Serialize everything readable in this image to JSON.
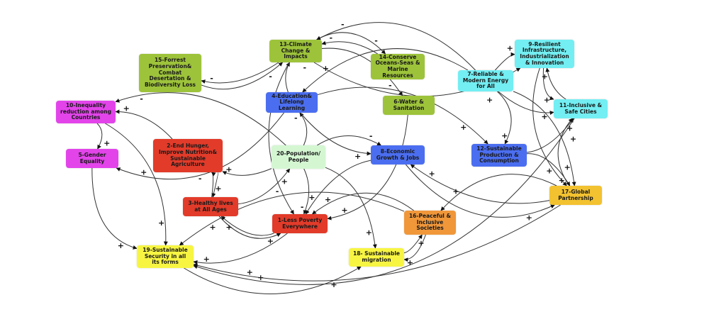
{
  "diagram": {
    "nodes": [
      {
        "id": "13",
        "label": "13-Climate\nChange &\nImpacts",
        "color": "#9dc33b"
      },
      {
        "id": "14",
        "label": "14-Conserve\nOceans-Seas &\nMarine\nResources",
        "color": "#9dc33b"
      },
      {
        "id": "15",
        "label": "15-Forrest\nPreservation&\nCombat\nDesertation &\nBiodiversity Loss",
        "color": "#9dc33b"
      },
      {
        "id": "4",
        "label": "4-Education&\nLifelong\nLearning",
        "color": "#4b6ef0"
      },
      {
        "id": "6",
        "label": "6-Water &\nSanitation",
        "color": "#9dc33b"
      },
      {
        "id": "7",
        "label": "7-Reliable &\nModern Energy\nfor All",
        "color": "#73eef2"
      },
      {
        "id": "9",
        "label": "9-Resilient\nInfrastructure,\nIndustrialization\n& Innovation",
        "color": "#73eef2"
      },
      {
        "id": "11",
        "label": "11-Inclusive &\nSafe Cities",
        "color": "#73eef2"
      },
      {
        "id": "10",
        "label": "10-Inequality\nreduction among\nCountries",
        "color": "#e244ea"
      },
      {
        "id": "5",
        "label": "5-Gender\nEquality",
        "color": "#e244ea"
      },
      {
        "id": "2",
        "label": "2-End Hunger,\nImprove Nutrition&\nSustainable\nAgriculture",
        "color": "#e23b2a"
      },
      {
        "id": "20",
        "label": "20-Population/\nPeople",
        "color": "#d4f7d2"
      },
      {
        "id": "8",
        "label": "8-Economic\nGrowth & Jobs",
        "color": "#4b6ef0"
      },
      {
        "id": "12",
        "label": "12-Sustainable\nProduction &\nConsumption",
        "color": "#4b6ef0"
      },
      {
        "id": "17",
        "label": "17-Global\nPartnership",
        "color": "#f2c230"
      },
      {
        "id": "3",
        "label": "3-Healthy lives\nat All Ages",
        "color": "#e23b2a"
      },
      {
        "id": "1",
        "label": "1-Less Poverty\nEverywhere",
        "color": "#e23b2a"
      },
      {
        "id": "16",
        "label": "16-Peaceful &\nInclusive\nSocieties",
        "color": "#f0973a"
      },
      {
        "id": "19",
        "label": "19-Sustainable\nSecurity in all\nits forms",
        "color": "#f7f542"
      },
      {
        "id": "18",
        "label": "18- Sustainable\nmigration",
        "color": "#f7f542"
      }
    ],
    "edges": [
      {
        "from": "13",
        "to": "15",
        "sign": "-"
      },
      {
        "from": "15",
        "to": "13",
        "sign": "-"
      },
      {
        "from": "13",
        "to": "14",
        "sign": "-"
      },
      {
        "from": "14",
        "to": "13",
        "sign": "-"
      },
      {
        "from": "13",
        "to": "6",
        "sign": "-"
      },
      {
        "from": "7",
        "to": "13",
        "sign": "-"
      },
      {
        "from": "4",
        "to": "13",
        "sign": "-"
      },
      {
        "from": "20",
        "to": "4",
        "sign": "-"
      },
      {
        "from": "4",
        "to": "5",
        "sign": "+"
      },
      {
        "from": "4",
        "to": "8",
        "sign": "+"
      },
      {
        "from": "4",
        "to": "12",
        "sign": "+"
      },
      {
        "from": "7",
        "to": "4",
        "sign": "+"
      },
      {
        "from": "7",
        "to": "9",
        "sign": "+"
      },
      {
        "from": "13",
        "to": "9",
        "sign": "+"
      },
      {
        "from": "7",
        "to": "12",
        "sign": "+"
      },
      {
        "from": "7",
        "to": "11",
        "sign": "+"
      },
      {
        "from": "7",
        "to": "17",
        "sign": "+"
      },
      {
        "from": "9",
        "to": "11",
        "sign": "+"
      },
      {
        "from": "11",
        "to": "9",
        "sign": "+"
      },
      {
        "from": "9",
        "to": "17",
        "sign": "+"
      },
      {
        "from": "17",
        "to": "11",
        "sign": "+"
      },
      {
        "from": "12",
        "to": "11",
        "sign": "+"
      },
      {
        "from": "12",
        "to": "17",
        "sign": "+"
      },
      {
        "from": "8",
        "to": "17",
        "sign": "+"
      },
      {
        "from": "17",
        "to": "8",
        "sign": "+"
      },
      {
        "from": "20",
        "to": "10",
        "sign": "-"
      },
      {
        "from": "10",
        "to": "5",
        "sign": "+"
      },
      {
        "from": "2",
        "to": "10",
        "sign": "+"
      },
      {
        "from": "10",
        "to": "19",
        "sign": "+"
      },
      {
        "from": "5",
        "to": "19",
        "sign": "+"
      },
      {
        "from": "20",
        "to": "2",
        "sign": "+"
      },
      {
        "from": "3",
        "to": "2",
        "sign": "-"
      },
      {
        "from": "2",
        "to": "3",
        "sign": "+"
      },
      {
        "from": "3",
        "to": "20",
        "sign": "+"
      },
      {
        "from": "1",
        "to": "3",
        "sign": "+"
      },
      {
        "from": "3",
        "to": "1",
        "sign": "+"
      },
      {
        "from": "20",
        "to": "1",
        "sign": "-"
      },
      {
        "from": "13",
        "to": "1",
        "sign": "-"
      },
      {
        "from": "6",
        "to": "1",
        "sign": "+"
      },
      {
        "from": "8",
        "to": "1",
        "sign": "+"
      },
      {
        "from": "20",
        "to": "8",
        "sign": "-"
      },
      {
        "from": "16",
        "to": "1",
        "sign": "+"
      },
      {
        "from": "1",
        "to": "19",
        "sign": "+"
      },
      {
        "from": "16",
        "to": "19",
        "sign": "+"
      },
      {
        "from": "16",
        "to": "18",
        "sign": "+"
      },
      {
        "from": "18",
        "to": "16",
        "sign": "+"
      },
      {
        "from": "20",
        "to": "18",
        "sign": "+"
      },
      {
        "from": "17",
        "to": "16",
        "sign": "+"
      },
      {
        "from": "17",
        "to": "19",
        "sign": "+"
      },
      {
        "from": "19",
        "to": "18",
        "sign": "+"
      },
      {
        "from": "11",
        "to": "19",
        "sign": "+"
      }
    ]
  }
}
